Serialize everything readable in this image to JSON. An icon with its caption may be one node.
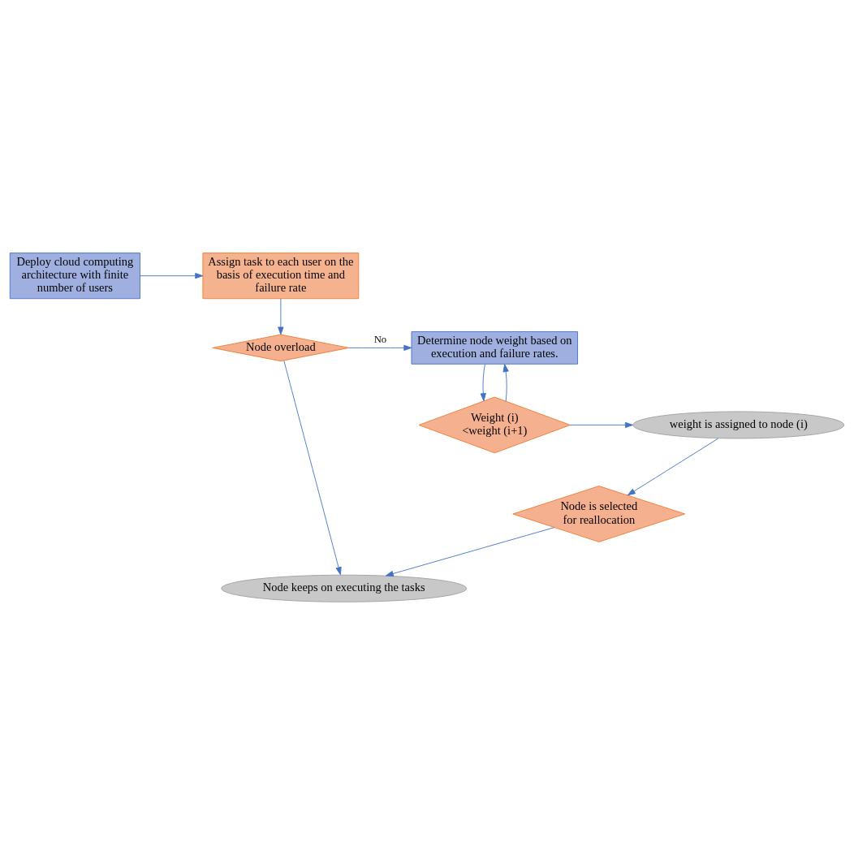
{
  "diagram": {
    "nodes": [
      {
        "text": [
          "Deploy cloud computing architecture with finite number of users"
        ]
      },
      {
        "text": [
          "Assign task to each user on the basis of execution time and failure rate"
        ]
      },
      {
        "text": [
          "Node overload"
        ]
      },
      {
        "text": [
          "Determine node weight based on execution and failure rates."
        ]
      },
      {
        "text": [
          "Weight (i) <weight (i+1)"
        ]
      },
      {
        "text": [
          "weight is assigned to node (i)"
        ]
      },
      {
        "text": [
          "Node is selected for reallocation"
        ]
      },
      {
        "text": [
          "Node keeps on executing the tasks"
        ]
      }
    ],
    "edges": [
      {
        "from": 0,
        "to": 1,
        "arrow": "to"
      },
      {
        "from": 1,
        "to": 2,
        "arrow": "to"
      },
      {
        "from": 2,
        "to": 3,
        "arrow": "to",
        "label": "No"
      },
      {
        "from": 3,
        "to": 4,
        "arrow": "to"
      },
      {
        "from": 4,
        "to": 3,
        "arrow": "to"
      },
      {
        "from": 4,
        "to": 5,
        "arrow": "to"
      },
      {
        "from": 5,
        "to": 6,
        "arrow": "to"
      },
      {
        "from": 6,
        "to": 7,
        "arrow": "to"
      },
      {
        "from": 2,
        "to": 7,
        "arrow": "to"
      }
    ]
  }
}
